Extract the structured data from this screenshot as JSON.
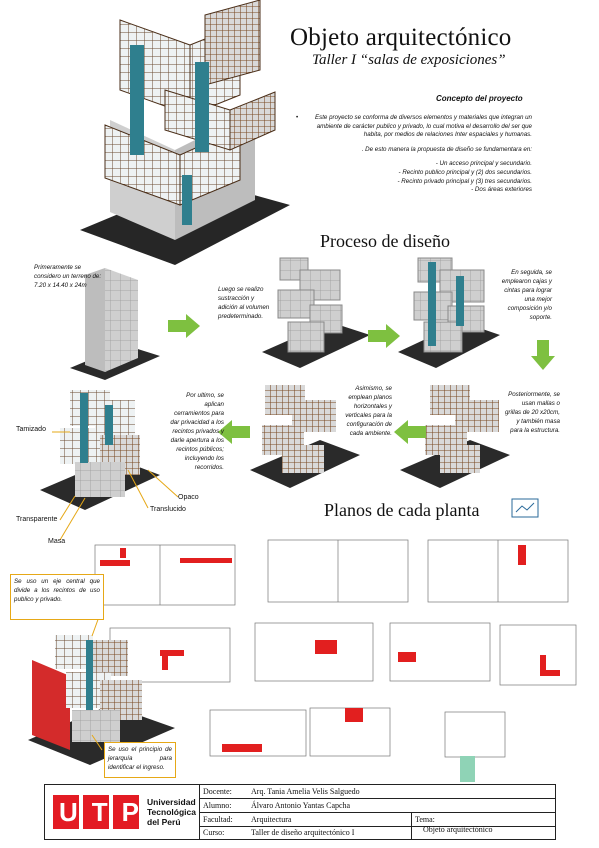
{
  "header": {
    "title": "Objeto arquitectónico",
    "subtitle": "Taller I “salas de exposiciones”"
  },
  "concept": {
    "heading": "Concepto del proyecto",
    "bullet": "•",
    "p1": "Este proyecto se conforma de diversos elementos y materiales que integran un ambiente de carácter publico y privado, lo cual motiva el desarrollo del ser que habita, por medios de relaciones Inter espaciales y humanas.",
    "p2": ". De esto manera la propuesta de diseño se fundamentara en:",
    "items": [
      "- Un acceso principal y secundario.",
      "- Recinto publico principal y (2) dos secundarios.",
      "- Recinto privado principal y (3) tres secundarios.",
      "- Dos áreas exteriores"
    ]
  },
  "process": {
    "heading": "Proceso de diseño",
    "step1": "Primeramente se considero un terreno de: 7.20 x 14.40 x 24m",
    "step2": "Luego se realizo sustracción y adición al volumen predeterminado.",
    "step3": "En seguida, se emplearon cajas y cintas para lograr una mejor composición y/o soporte.",
    "step4": "Posteriormente, se usan mallas o grillas de 20 x20cm, y también masa para la estructura.",
    "step5": "Asimismo, se emplean planos horizontales y verticales para la configuración de cada ambiente.",
    "step6": "Por ultimo, se aplican cerramientos para dar privacidad a los recintos privados y darle apertura a los recintos públicos; incluyendo los recorridos.",
    "labels": {
      "tamizado": "Tamizado",
      "opaco": "Opaco",
      "translucido": "Translucido",
      "transparente": "Transparente",
      "masa": "Masa"
    }
  },
  "plans": {
    "heading": "Planos de cada planta",
    "note_axis": "Se uso un eje central que divide a los recintos de uso publico y privado.",
    "note_hierarchy": "Se uso el principio de jerarquía para identificar el ingreso."
  },
  "footer": {
    "logo": "UTP",
    "university": [
      "Universidad",
      "Tecnológica",
      "del Perú"
    ],
    "docente_label": "Docente:",
    "docente": "Arq. Tania Amelia Velis Salguedo",
    "alumno_label": "Alumno:",
    "alumno": "Álvaro Antonio Yantas Capcha",
    "facultad_label": "Facultad:",
    "facultad": "Arquitectura",
    "curso_label": "Curso:",
    "curso": "Taller de diseño arquitectónico I",
    "tema_label": "Tema:",
    "tema": "Objeto arquitectónico"
  },
  "colors": {
    "teal": "#2f7f8e",
    "brick": "#d42b2b",
    "wood": "#7a4a24",
    "arrow": "#7ec040",
    "accent_box": "#e6a817",
    "utp_red": "#e31b23"
  }
}
